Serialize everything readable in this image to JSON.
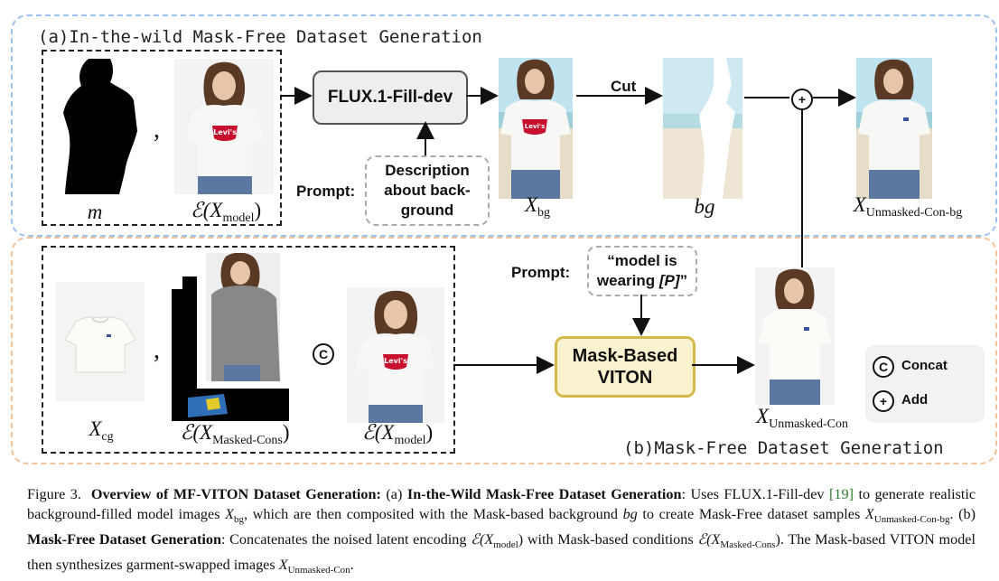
{
  "panel_a": {
    "title": "(a)In-the-wild Mask-Free Dataset Generation"
  },
  "panel_b": {
    "title": "(b)Mask-Free Dataset Generation"
  },
  "labels": {
    "m": "m",
    "enc_prefix": "ℰ(",
    "x_model_sub": "model",
    "x_bg_sub": "bg",
    "bg": "bg",
    "x_unmasked_con_bg_sub": "Unmasked-Con-bg",
    "x_cg_sub": "cg",
    "x_masked_cons_sub": "Masked-Cons",
    "x_unmasked_con_sub": "Unmasked-Con",
    "X": "X",
    "close_paren": ")"
  },
  "nodes": {
    "flux": "FLUX.1-Fill-dev",
    "description": [
      "Description",
      "about back-",
      "ground"
    ],
    "prompt_a": "Prompt:",
    "cut": "Cut",
    "prompt_b": "Prompt:",
    "model_prompt": [
      "“model is",
      "wearing ",
      "[P]",
      "”"
    ],
    "viton": [
      "Mask-Based",
      "VITON"
    ]
  },
  "legend": {
    "concat_symbol": "C",
    "concat": "Concat",
    "add_symbol": "+",
    "add": "Add"
  },
  "logo_text": "Levi's",
  "caption": {
    "figure": "Figure 3.",
    "title": "Overview of MF-VITON Dataset Generation:",
    "a_label": "(a)",
    "a_title": "In-the-Wild Mask-Free Dataset Generation",
    "a_text1": ": Uses FLUX.1-Fill-dev",
    "ref": "[19]",
    "a_text2": " to generate realistic background-filled model images ",
    "a_text3": ", which are then composited with the Mask-based background ",
    "a_text4": " to create Mask-Free dataset samples ",
    "b_label": ". (b)",
    "b_title": "Mask-Free Dataset Generation",
    "b_text1": ": Concatenates the noised latent encoding ",
    "b_text2": " with Mask-based conditions ",
    "b_text3": ". The Mask-based VITON model then synthesizes garment-swapped images ",
    "end": "."
  },
  "colors": {
    "panel_a_border": "#9cc3ee",
    "panel_b_border": "#f2c29a",
    "viton_fill": "#fbf3cf",
    "viton_border": "#d4b94a",
    "flux_fill": "#eeeeee",
    "logo_red": "#c8102e",
    "beach_sky": "#bfe3ef",
    "sand": "#e7dcc8"
  }
}
